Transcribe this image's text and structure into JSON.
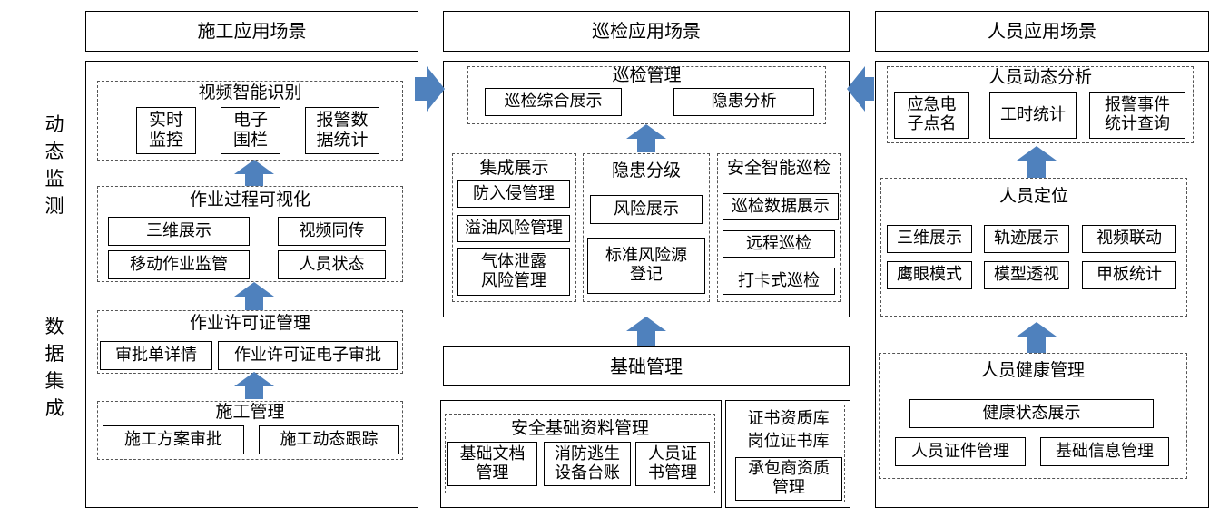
{
  "colors": {
    "arrow": "#4f81bd",
    "border": "#000000",
    "dashed": "#555555"
  },
  "side_labels": {
    "top": "动态监测",
    "bottom": "数据集成"
  },
  "construction": {
    "header": "施工应用场景",
    "video": {
      "title": "视频智能识别",
      "items": [
        "实时\n监控",
        "电子\n围栏",
        "报警数\n据统计"
      ]
    },
    "visual": {
      "title": "作业过程可视化",
      "items": [
        "三维展示",
        "视频同传",
        "移动作业监管",
        "人员状态"
      ]
    },
    "permit": {
      "title": "作业许可证管理",
      "items": [
        "审批单详情",
        "作业许可证电子审批"
      ]
    },
    "mgmt": {
      "title": "施工管理",
      "items": [
        "施工方案审批",
        "施工动态跟踪"
      ]
    }
  },
  "inspection": {
    "header": "巡检应用场景",
    "mgmt": {
      "title": "巡检管理",
      "items": [
        "巡检综合展示",
        "隐患分析"
      ]
    },
    "integration": {
      "title": "集成展示",
      "items": [
        "防入侵管理",
        "溢油风险管理",
        "气体泄露\n风险管理"
      ]
    },
    "hazard": {
      "title": "隐患分级",
      "items": [
        "风险展示",
        "标准风险源\n登记"
      ]
    },
    "smart": {
      "title": "安全智能巡检",
      "items": [
        "巡检数据展示",
        "远程巡检",
        "打卡式巡检"
      ]
    }
  },
  "basic": {
    "title": "基础管理",
    "safety": {
      "title": "安全基础资料管理",
      "items": [
        "基础文档\n管理",
        "消防逃生\n设备台账",
        "人员证\n书管理"
      ]
    },
    "cert": {
      "title": "证书资质库",
      "items": [
        "岗位证书库",
        "承包商资质\n管理"
      ]
    }
  },
  "personnel": {
    "header": "人员应用场景",
    "dynamic": {
      "title": "人员动态分析",
      "items": [
        "应急电\n子点名",
        "工时统计",
        "报警事件\n统计查询"
      ]
    },
    "location": {
      "title": "人员定位",
      "items": [
        "三维展示",
        "轨迹展示",
        "视频联动",
        "鹰眼模式",
        "模型透视",
        "甲板统计"
      ]
    },
    "health": {
      "title": "人员健康管理",
      "items": [
        "健康状态展示",
        "人员证件管理",
        "基础信息管理"
      ]
    }
  }
}
